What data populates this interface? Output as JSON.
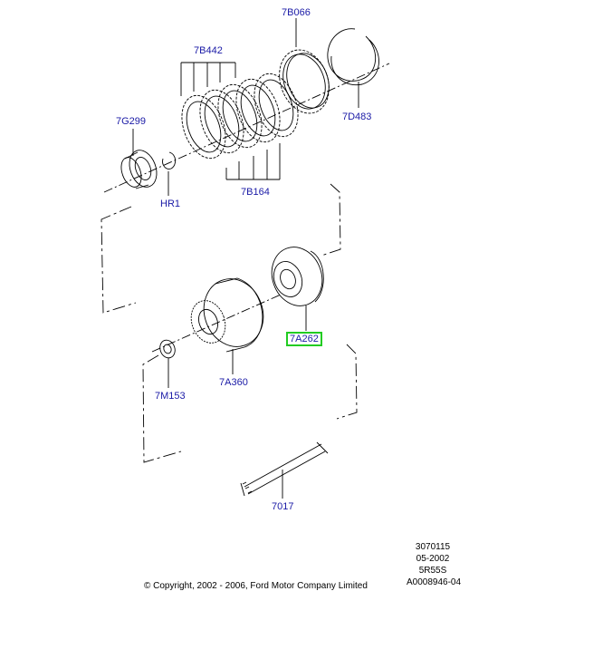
{
  "diagram": {
    "label_color": "#1a1aa6",
    "selection_color": "#22cc22",
    "selected_part": "7A262",
    "parts": [
      {
        "key": "7B066",
        "label": "7B066"
      },
      {
        "key": "7B442",
        "label": "7B442"
      },
      {
        "key": "7G299",
        "label": "7G299"
      },
      {
        "key": "7D483",
        "label": "7D483"
      },
      {
        "key": "HR1",
        "label": "HR1"
      },
      {
        "key": "7B164",
        "label": "7B164"
      },
      {
        "key": "7A262",
        "label": "7A262"
      },
      {
        "key": "7M153",
        "label": "7M153"
      },
      {
        "key": "7A360",
        "label": "7A360"
      },
      {
        "key": "7017",
        "label": "7017"
      }
    ]
  },
  "footer": {
    "illustration_number": "3070115",
    "date": "05-2002",
    "model": "5R55S",
    "reference": "A0008946-04",
    "copyright": "© Copyright, 2002 - 2006, Ford Motor Company Limited"
  }
}
